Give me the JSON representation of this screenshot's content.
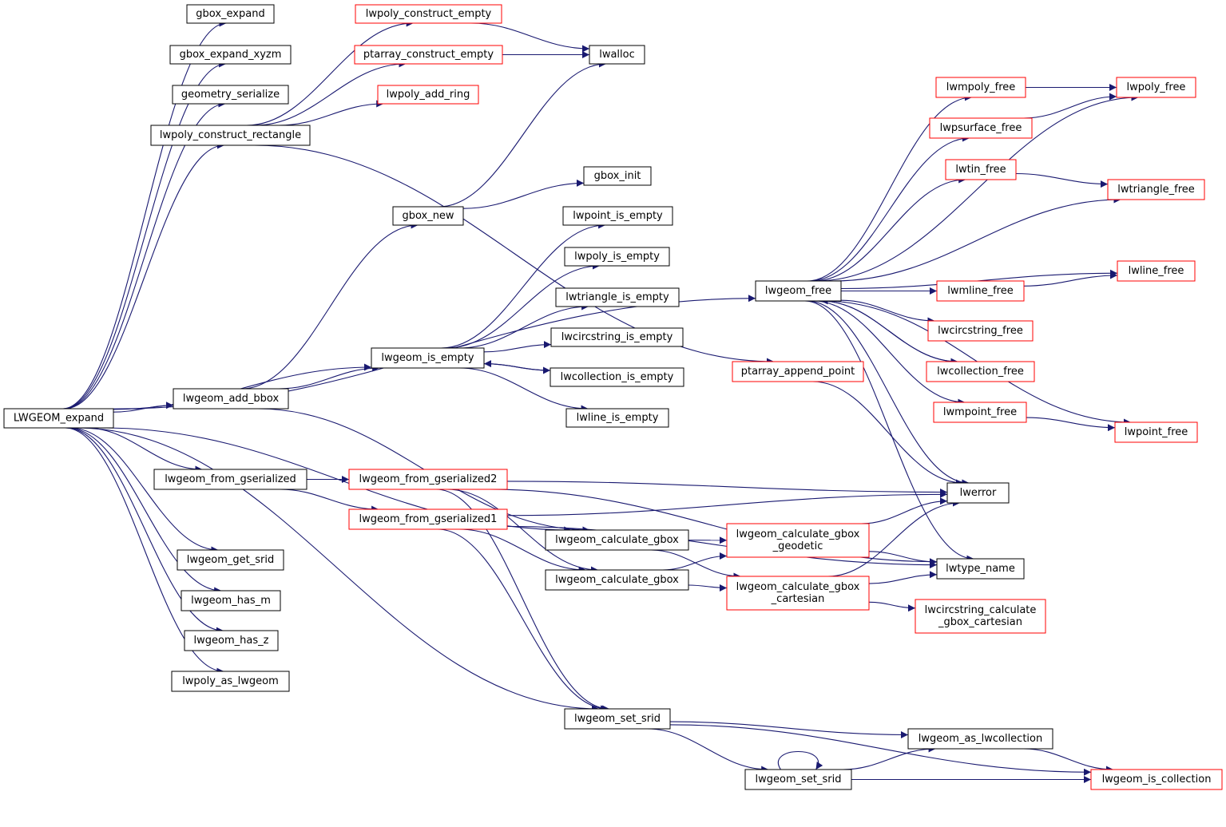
{
  "colors": {
    "edge": "#191970",
    "node_border": "#000000",
    "node_border_red": "#ff0000",
    "root_fill": "#bfbfbf",
    "node_fill": "#ffffff"
  },
  "nodes": {
    "root": {
      "label": "LWGEOM_expand",
      "style": "root"
    },
    "gbox_expand": {
      "label": "gbox_expand",
      "style": "black"
    },
    "gbox_expand_xyzm": {
      "label": "gbox_expand_xyzm",
      "style": "black"
    },
    "geometry_serialize": {
      "label": "geometry_serialize",
      "style": "black"
    },
    "lwpoly_construct_rectangle": {
      "label": "lwpoly_construct_rectangle",
      "style": "black"
    },
    "lwpoly_construct_empty": {
      "label": "lwpoly_construct_empty",
      "style": "red"
    },
    "ptarray_construct_empty": {
      "label": "ptarray_construct_empty",
      "style": "red"
    },
    "lwpoly_add_ring": {
      "label": "lwpoly_add_ring",
      "style": "red"
    },
    "lwalloc": {
      "label": "lwalloc",
      "style": "black"
    },
    "gbox_init": {
      "label": "gbox_init",
      "style": "black"
    },
    "gbox_new": {
      "label": "gbox_new",
      "style": "black"
    },
    "lwpoint_is_empty": {
      "label": "lwpoint_is_empty",
      "style": "black"
    },
    "lwpoly_is_empty": {
      "label": "lwpoly_is_empty",
      "style": "black"
    },
    "lwtriangle_is_empty": {
      "label": "lwtriangle_is_empty",
      "style": "black"
    },
    "lwcircstring_is_empty": {
      "label": "lwcircstring_is_empty",
      "style": "black"
    },
    "lwgeom_is_empty": {
      "label": "lwgeom_is_empty",
      "style": "black"
    },
    "lwcollection_is_empty": {
      "label": "lwcollection_is_empty",
      "style": "black"
    },
    "lwline_is_empty": {
      "label": "lwline_is_empty",
      "style": "black"
    },
    "lwgeom_add_bbox": {
      "label": "lwgeom_add_bbox",
      "style": "black"
    },
    "lwgeom_from_gserialized": {
      "label": "lwgeom_from_gserialized",
      "style": "black"
    },
    "lwgeom_from_gserialized2": {
      "label": "lwgeom_from_gserialized2",
      "style": "red"
    },
    "lwgeom_from_gserialized1": {
      "label": "lwgeom_from_gserialized1",
      "style": "red"
    },
    "lwgeom_calculate_gbox_a": {
      "label": "lwgeom_calculate_gbox",
      "style": "black"
    },
    "lwgeom_calculate_gbox_b": {
      "label": "lwgeom_calculate_gbox",
      "style": "black"
    },
    "lwgeom_calculate_gbox_geodetic": {
      "label": "lwgeom_calculate_gbox\n_geodetic",
      "style": "red"
    },
    "lwgeom_calculate_gbox_cartesian": {
      "label": "lwgeom_calculate_gbox\n_cartesian",
      "style": "red"
    },
    "lwgeom_get_srid": {
      "label": "lwgeom_get_srid",
      "style": "black"
    },
    "lwgeom_has_m": {
      "label": "lwgeom_has_m",
      "style": "black"
    },
    "lwgeom_has_z": {
      "label": "lwgeom_has_z",
      "style": "black"
    },
    "lwpoly_as_lwgeom": {
      "label": "lwpoly_as_lwgeom",
      "style": "black"
    },
    "lwgeom_set_srid_1": {
      "label": "lwgeom_set_srid",
      "style": "black"
    },
    "lwgeom_set_srid_2": {
      "label": "lwgeom_set_srid",
      "style": "black"
    },
    "lwgeom_as_lwcollection": {
      "label": "lwgeom_as_lwcollection",
      "style": "black"
    },
    "lwgeom_is_collection": {
      "label": "lwgeom_is_collection",
      "style": "red"
    },
    "ptarray_append_point": {
      "label": "ptarray_append_point",
      "style": "red"
    },
    "lwgeom_free": {
      "label": "lwgeom_free",
      "style": "black"
    },
    "lwmpoly_free": {
      "label": "lwmpoly_free",
      "style": "red"
    },
    "lwpoly_free": {
      "label": "lwpoly_free",
      "style": "red"
    },
    "lwpsurface_free": {
      "label": "lwpsurface_free",
      "style": "red"
    },
    "lwtin_free": {
      "label": "lwtin_free",
      "style": "red"
    },
    "lwtriangle_free": {
      "label": "lwtriangle_free",
      "style": "red"
    },
    "lwline_free": {
      "label": "lwline_free",
      "style": "red"
    },
    "lwmline_free": {
      "label": "lwmline_free",
      "style": "red"
    },
    "lwcircstring_free": {
      "label": "lwcircstring_free",
      "style": "red"
    },
    "lwcollection_free": {
      "label": "lwcollection_free",
      "style": "red"
    },
    "lwmpoint_free": {
      "label": "lwmpoint_free",
      "style": "red"
    },
    "lwpoint_free": {
      "label": "lwpoint_free",
      "style": "red"
    },
    "lwerror": {
      "label": "lwerror",
      "style": "black"
    },
    "lwtype_name": {
      "label": "lwtype_name",
      "style": "black"
    },
    "lwcircstring_calculate_gbox_cartesian": {
      "label": "lwcircstring_calculate\n_gbox_cartesian",
      "style": "red"
    }
  },
  "edges": [
    [
      "root",
      "gbox_expand"
    ],
    [
      "root",
      "gbox_expand_xyzm"
    ],
    [
      "root",
      "geometry_serialize"
    ],
    [
      "root",
      "lwpoly_construct_rectangle"
    ],
    [
      "root",
      "lwgeom_free"
    ],
    [
      "root",
      "lwgeom_is_empty"
    ],
    [
      "root",
      "lwgeom_add_bbox"
    ],
    [
      "root",
      "lwgeom_calculate_gbox_a"
    ],
    [
      "root",
      "lwgeom_from_gserialized"
    ],
    [
      "root",
      "lwgeom_set_srid_1"
    ],
    [
      "root",
      "lwgeom_get_srid"
    ],
    [
      "root",
      "lwgeom_has_m"
    ],
    [
      "root",
      "lwgeom_has_z"
    ],
    [
      "root",
      "lwpoly_as_lwgeom"
    ],
    [
      "lwpoly_construct_rectangle",
      "lwpoly_construct_empty"
    ],
    [
      "lwpoly_construct_rectangle",
      "ptarray_construct_empty"
    ],
    [
      "lwpoly_construct_rectangle",
      "lwpoly_add_ring"
    ],
    [
      "lwpoly_construct_rectangle",
      "ptarray_append_point"
    ],
    [
      "lwpoly_construct_empty",
      "lwalloc"
    ],
    [
      "ptarray_construct_empty",
      "lwalloc"
    ],
    [
      "gbox_new",
      "lwalloc"
    ],
    [
      "gbox_new",
      "gbox_init"
    ],
    [
      "lwgeom_add_bbox",
      "gbox_new"
    ],
    [
      "lwgeom_add_bbox",
      "lwgeom_is_empty"
    ],
    [
      "lwgeom_add_bbox",
      "lwgeom_calculate_gbox_a"
    ],
    [
      "lwgeom_is_empty",
      "lwpoint_is_empty"
    ],
    [
      "lwgeom_is_empty",
      "lwpoly_is_empty"
    ],
    [
      "lwgeom_is_empty",
      "lwtriangle_is_empty"
    ],
    [
      "lwgeom_is_empty",
      "lwcircstring_is_empty"
    ],
    [
      "lwgeom_is_empty",
      "lwcollection_is_empty"
    ],
    [
      "lwgeom_is_empty",
      "lwline_is_empty"
    ],
    [
      "lwcollection_is_empty",
      "lwgeom_is_empty"
    ],
    [
      "lwgeom_from_gserialized",
      "lwgeom_from_gserialized2"
    ],
    [
      "lwgeom_from_gserialized",
      "lwgeom_from_gserialized1"
    ],
    [
      "lwgeom_from_gserialized2",
      "lwerror"
    ],
    [
      "lwgeom_from_gserialized2",
      "lwgeom_calculate_gbox_b"
    ],
    [
      "lwgeom_from_gserialized2",
      "lwtype_name"
    ],
    [
      "lwgeom_from_gserialized2",
      "lwgeom_set_srid_1"
    ],
    [
      "lwgeom_from_gserialized1",
      "lwerror"
    ],
    [
      "lwgeom_from_gserialized1",
      "lwgeom_calculate_gbox_b"
    ],
    [
      "lwgeom_from_gserialized1",
      "lwtype_name"
    ],
    [
      "lwgeom_from_gserialized1",
      "lwgeom_set_srid_1"
    ],
    [
      "lwgeom_calculate_gbox_a",
      "lwgeom_calculate_gbox_geodetic"
    ],
    [
      "lwgeom_calculate_gbox_a",
      "lwgeom_calculate_gbox_cartesian"
    ],
    [
      "lwgeom_calculate_gbox_b",
      "lwgeom_calculate_gbox_geodetic"
    ],
    [
      "lwgeom_calculate_gbox_b",
      "lwgeom_calculate_gbox_cartesian"
    ],
    [
      "lwgeom_calculate_gbox_geodetic",
      "lwerror"
    ],
    [
      "lwgeom_calculate_gbox_geodetic",
      "lwtype_name"
    ],
    [
      "lwgeom_calculate_gbox_cartesian",
      "lwerror"
    ],
    [
      "lwgeom_calculate_gbox_cartesian",
      "lwtype_name"
    ],
    [
      "lwgeom_calculate_gbox_cartesian",
      "lwcircstring_calculate_gbox_cartesian"
    ],
    [
      "ptarray_append_point",
      "lwerror"
    ],
    [
      "lwgeom_set_srid_1",
      "lwgeom_as_lwcollection"
    ],
    [
      "lwgeom_set_srid_1",
      "lwgeom_set_srid_2"
    ],
    [
      "lwgeom_set_srid_1",
      "lwgeom_is_collection"
    ],
    [
      "lwgeom_set_srid_2",
      "lwgeom_set_srid_2"
    ],
    [
      "lwgeom_set_srid_2",
      "lwgeom_as_lwcollection"
    ],
    [
      "lwgeom_set_srid_2",
      "lwgeom_is_collection"
    ],
    [
      "lwgeom_as_lwcollection",
      "lwgeom_is_collection"
    ],
    [
      "lwgeom_free",
      "lwmpoly_free"
    ],
    [
      "lwgeom_free",
      "lwpsurface_free"
    ],
    [
      "lwgeom_free",
      "lwtin_free"
    ],
    [
      "lwgeom_free",
      "lwtriangle_free"
    ],
    [
      "lwgeom_free",
      "lwline_free"
    ],
    [
      "lwgeom_free",
      "lwmline_free"
    ],
    [
      "lwgeom_free",
      "lwcircstring_free"
    ],
    [
      "lwgeom_free",
      "lwcollection_free"
    ],
    [
      "lwgeom_free",
      "lwmpoint_free"
    ],
    [
      "lwgeom_free",
      "lwpoint_free"
    ],
    [
      "lwgeom_free",
      "lwerror"
    ],
    [
      "lwgeom_free",
      "lwtype_name"
    ],
    [
      "lwgeom_free",
      "lwpoly_free"
    ],
    [
      "lwmpoly_free",
      "lwpoly_free"
    ],
    [
      "lwpsurface_free",
      "lwpoly_free"
    ],
    [
      "lwtin_free",
      "lwtriangle_free"
    ],
    [
      "lwmline_free",
      "lwline_free"
    ],
    [
      "lwcollection_free",
      "lwgeom_free"
    ],
    [
      "lwmpoint_free",
      "lwpoint_free"
    ]
  ]
}
